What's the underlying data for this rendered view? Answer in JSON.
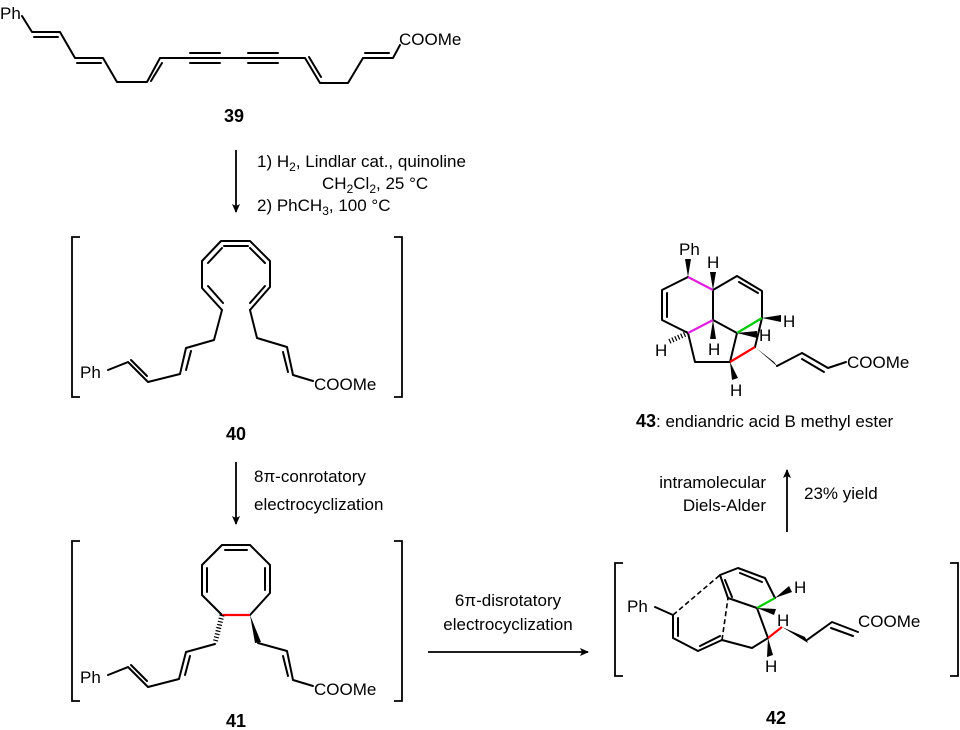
{
  "compounds": {
    "c39": {
      "label": "39",
      "ph": "Ph",
      "ester": "COOMe"
    },
    "c40": {
      "label": "40",
      "ph": "Ph",
      "ester": "COOMe"
    },
    "c41": {
      "label": "41",
      "ph": "Ph",
      "ester": "COOMe"
    },
    "c42": {
      "label": "42",
      "ph": "Ph",
      "ester": "COOMe",
      "h": "H"
    },
    "c43": {
      "label": "43",
      "caption": ": endiandric acid B methyl ester",
      "ph": "Ph",
      "ester": "COOMe",
      "h": "H"
    }
  },
  "steps": {
    "s1": {
      "line1_pre": "1) H",
      "line1_sub": "2",
      "line1_post": ", Lindlar cat., quinoline",
      "line2_a": "CH",
      "line2_sub1": "2",
      "line2_b": "Cl",
      "line2_sub2": "2",
      "line2_c": ", 25 °C",
      "line3_pre": "2) PhCH",
      "line3_sub": "3",
      "line3_post": ", 100 °C"
    },
    "s2": {
      "line1": "8π-conrotatory",
      "line2": "electrocyclization"
    },
    "s3": {
      "line1": "6π-disrotatory",
      "line2": "electrocyclization"
    },
    "s4": {
      "left1": "intramolecular",
      "left2": "Diels-Alder",
      "right": "23% yield"
    }
  },
  "colors": {
    "new_bond_red": "#ff0000",
    "new_bond_green": "#00cc00",
    "new_bond_magenta": "#e020e0"
  }
}
